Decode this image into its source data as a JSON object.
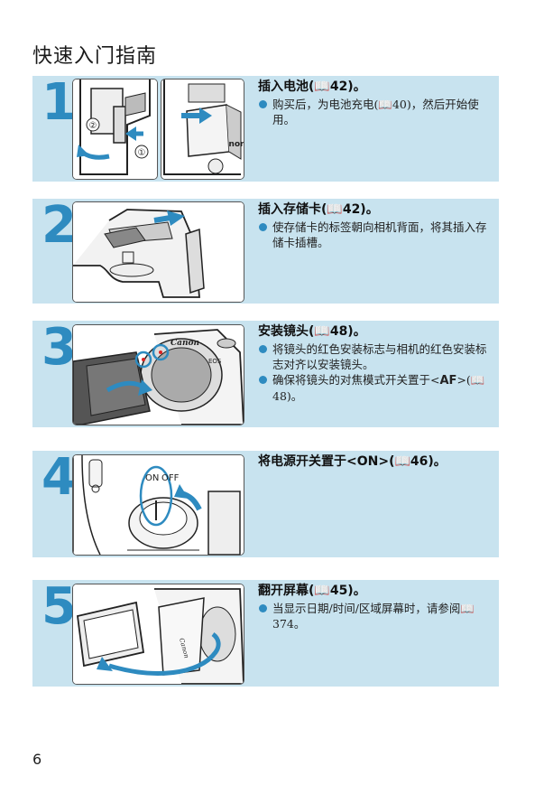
{
  "page": {
    "title": "快速入门指南",
    "page_number": "6",
    "accent_color": "#2e8bc0",
    "panel_color": "#c8e3ef"
  },
  "steps": [
    {
      "number": "1",
      "heading": "插入电池(📖42)。",
      "bullets": [
        {
          "text": "购买后，为电池充电(📖40)，然后开始使用。"
        }
      ],
      "callouts": [
        "②",
        "①",
        "uou"
      ]
    },
    {
      "number": "2",
      "heading": "插入存储卡(📖42)。",
      "bullets": [
        {
          "text": "使存储卡的标签朝向相机背面，将其插入存储卡插槽。"
        }
      ]
    },
    {
      "number": "3",
      "heading": "安装镜头(📖48)。",
      "bullets": [
        {
          "text": "将镜头的红色安装标志与相机的红色安装标志对齐以安装镜头。"
        },
        {
          "text_before": "确保将镜头的对焦模式开关置于<",
          "mode": "AF",
          "text_after": ">(📖48)。"
        }
      ],
      "photo_labels": [
        "Canon",
        "EOS"
      ]
    },
    {
      "number": "4",
      "heading": "将电源开关置于<ON>(📖46)。",
      "bullets": [],
      "photo_labels": [
        "ON",
        "OFF"
      ]
    },
    {
      "number": "5",
      "heading": "翻开屏幕(📖45)。",
      "bullets": [
        {
          "text": "当显示日期/时间/区域屏幕时，请参阅📖374。"
        }
      ],
      "photo_labels": [
        "Canon"
      ]
    }
  ]
}
